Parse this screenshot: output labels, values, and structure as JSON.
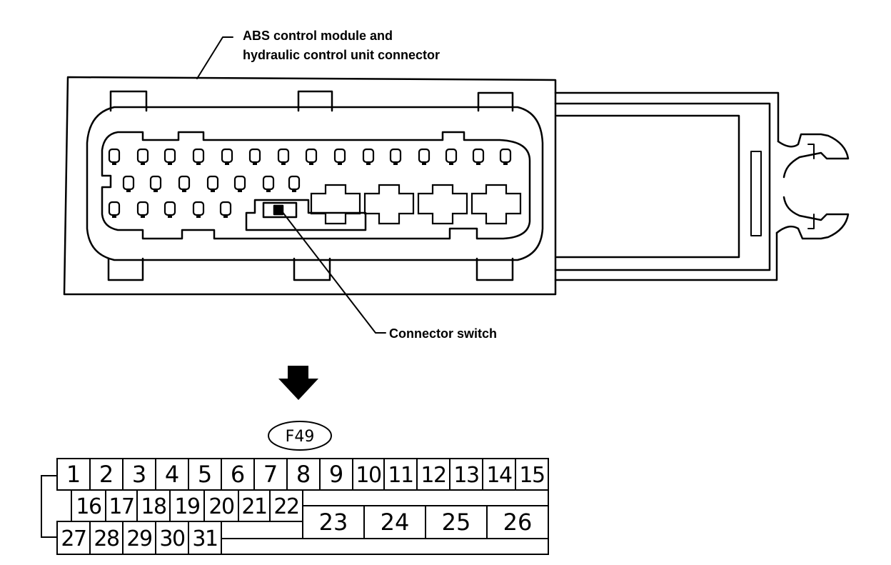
{
  "labels": {
    "module_line1": "ABS control module and",
    "module_line2": "hydraulic control unit connector",
    "switch": "Connector switch"
  },
  "connector_id": "F49",
  "icons": {
    "arrow": "down-arrow-icon"
  },
  "pins": {
    "row1": [
      "1",
      "2",
      "3",
      "4",
      "5",
      "6",
      "7",
      "8",
      "9",
      "10",
      "11",
      "12",
      "13",
      "14",
      "15"
    ],
    "row2": [
      "16",
      "17",
      "18",
      "19",
      "20",
      "21",
      "22"
    ],
    "row2_large": [
      "23",
      "24",
      "25",
      "26"
    ],
    "row3": [
      "27",
      "28",
      "29",
      "30",
      "31"
    ]
  },
  "colors": {
    "ink": "#000000",
    "paper": "#ffffff"
  }
}
